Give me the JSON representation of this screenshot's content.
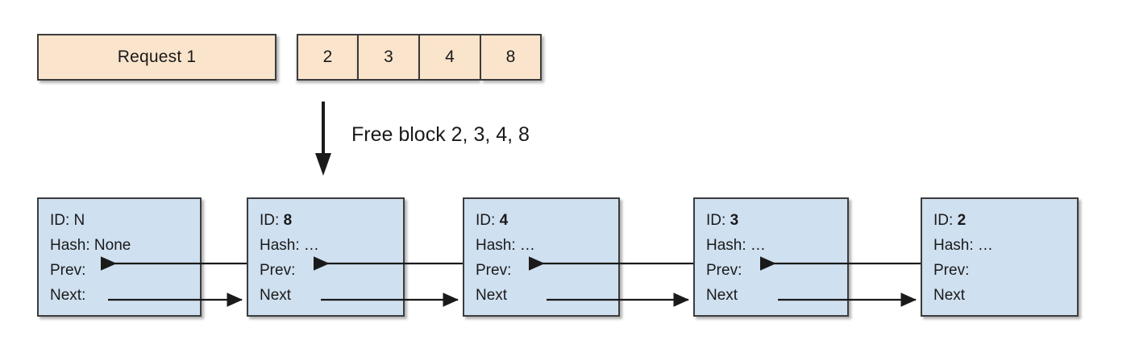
{
  "diagram": {
    "title_region": {
      "request_label": "Request 1",
      "blocks": [
        "2",
        "3",
        "4",
        "8"
      ]
    },
    "transition": {
      "arrow_icon": "down-arrow-icon",
      "caption": "Free block 2, 3, 4, 8"
    },
    "list": {
      "field_labels": {
        "id": "ID:",
        "hash": "Hash:",
        "prev": "Prev:",
        "next": "Next"
      },
      "nodes": [
        {
          "id_line": "ID: N",
          "id_label": "ID: ",
          "id_value": "N",
          "id_bold": false,
          "hash_line": "Hash: None",
          "prev_line": "Prev:",
          "next_line": "Next:"
        },
        {
          "id_line": "ID: 8",
          "id_label": "ID: ",
          "id_value": "8",
          "id_bold": true,
          "hash_line": "Hash: …",
          "prev_line": "Prev:",
          "next_line": "Next"
        },
        {
          "id_line": "ID: 4",
          "id_label": "ID: ",
          "id_value": "4",
          "id_bold": true,
          "hash_line": "Hash: …",
          "prev_line": "Prev:",
          "next_line": "Next"
        },
        {
          "id_line": "ID: 3",
          "id_label": "ID: ",
          "id_value": "3",
          "id_bold": true,
          "hash_line": "Hash: …",
          "prev_line": "Prev:",
          "next_line": "Next"
        },
        {
          "id_line": "ID: 2",
          "id_label": "ID: ",
          "id_value": "2",
          "id_bold": true,
          "hash_line": "Hash: …",
          "prev_line": "Prev:",
          "next_line": "Next"
        }
      ]
    },
    "colors": {
      "peach_fill": "#FAE4CC",
      "blue_fill": "#CFE0F0",
      "border": "#3C3C3C",
      "line": "#1A1A1A",
      "background": "#FFFFFF"
    }
  }
}
